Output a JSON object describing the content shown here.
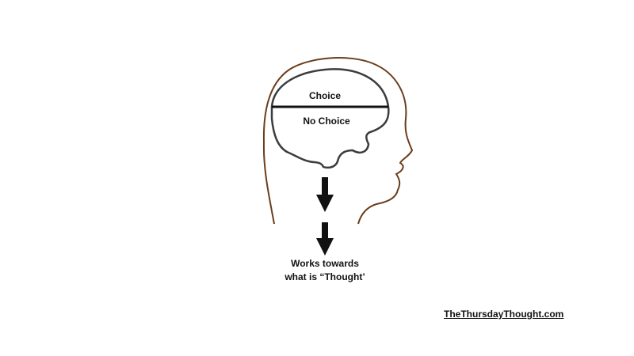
{
  "diagram": {
    "upper_label": "Choice",
    "lower_label": "No Choice",
    "result_line1": "Works towards",
    "result_line2": "what is “Thought’",
    "site_link": "TheThursdayThought.com"
  },
  "colors": {
    "head_outline": "#6b3d1c",
    "brain_outline": "#3a3d40",
    "text": "#111111"
  }
}
